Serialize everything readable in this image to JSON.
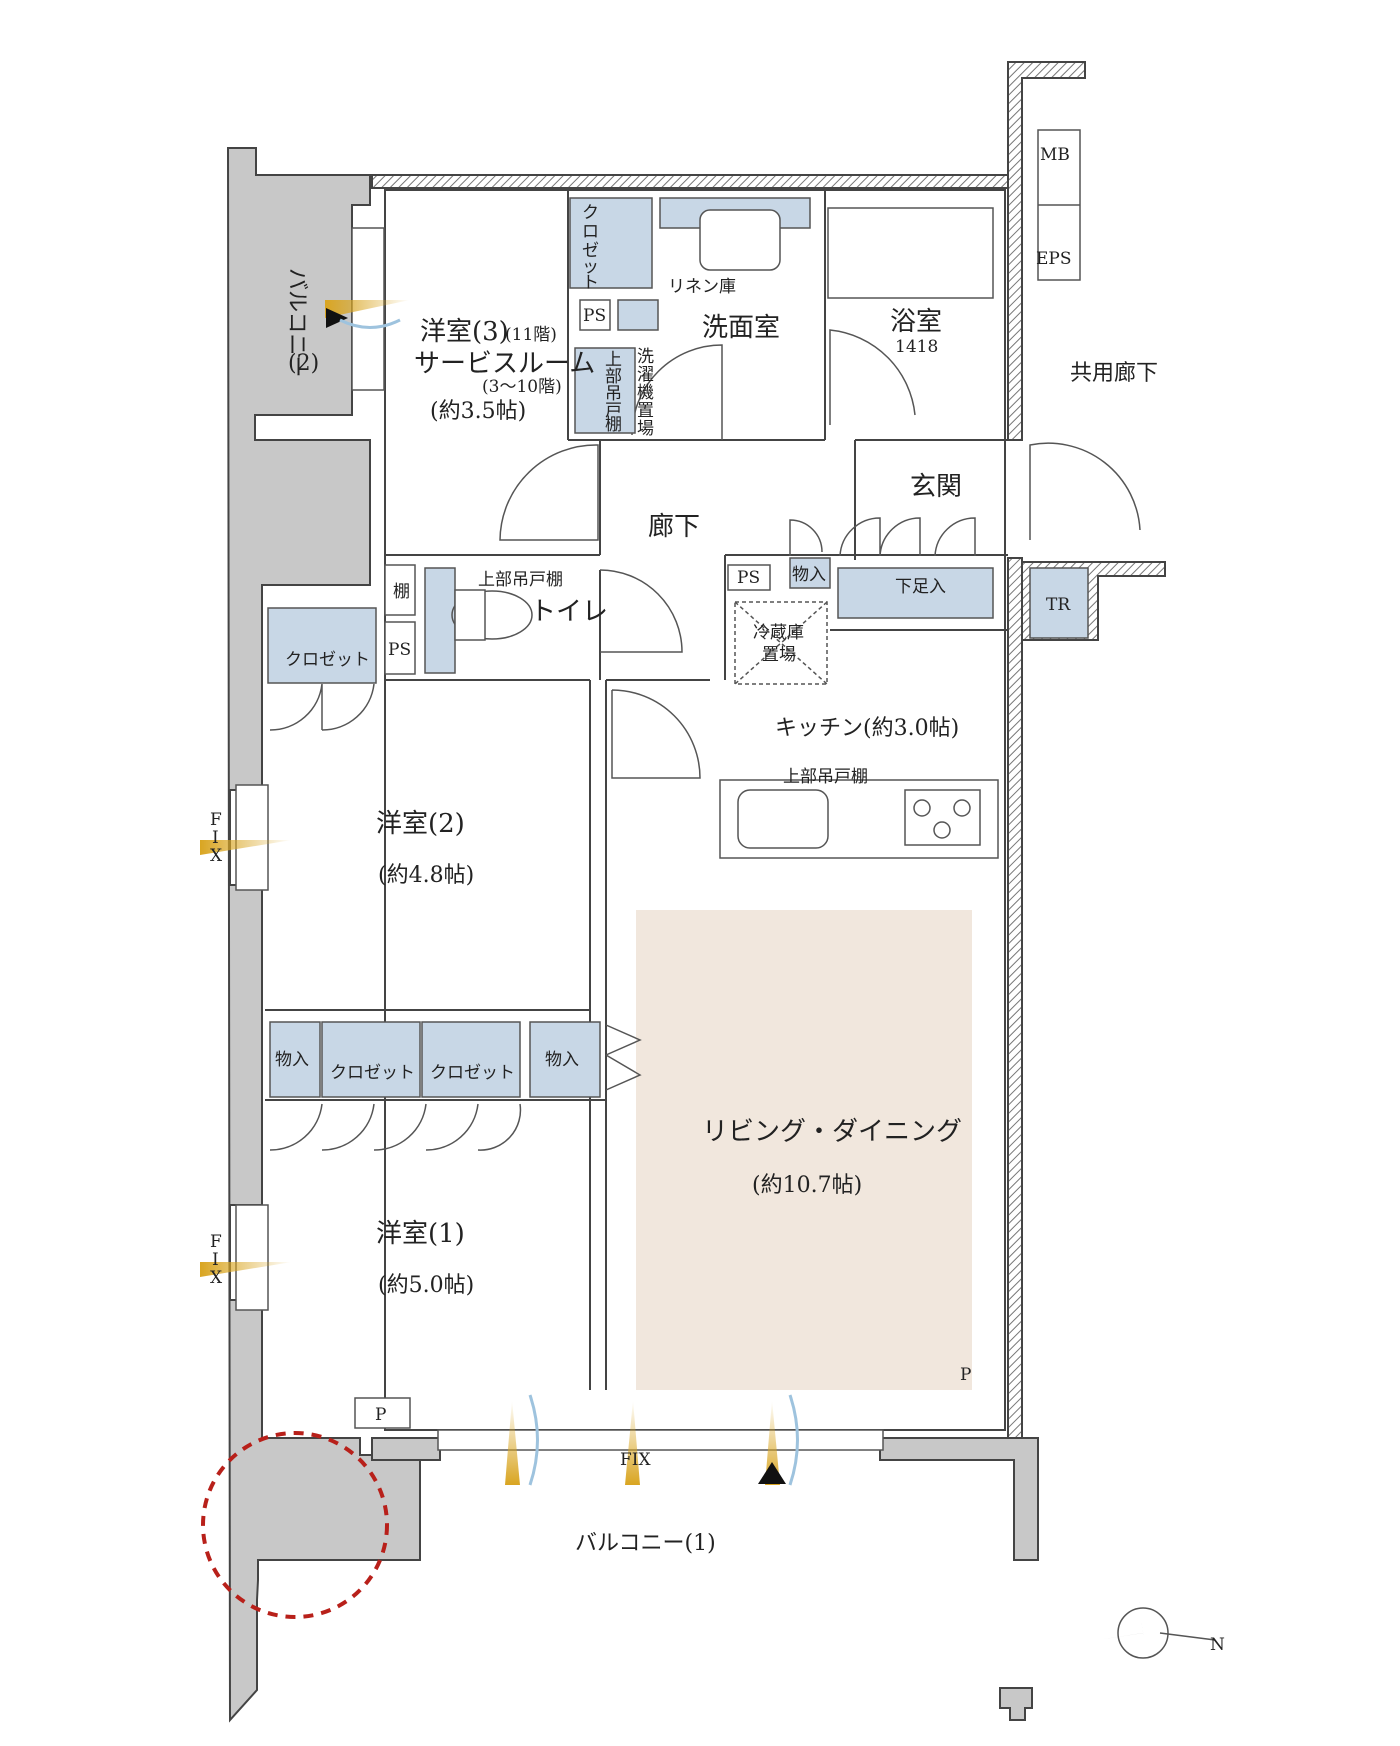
{
  "rooms": {
    "western3": "洋室(3)",
    "western3_floor": "(11階)",
    "service_room": "サービスルーム",
    "service_room_floors": "(3～10階)",
    "western3_size": "(約3.5帖)",
    "western2": "洋室(2)",
    "western2_size": "(約4.8帖)",
    "western1": "洋室(1)",
    "western1_size": "(約5.0帖)",
    "living": "リビング・ダイニング",
    "living_size": "(約10.7帖)",
    "kitchen": "キッチン(約3.0帖)",
    "washroom": "洗面室",
    "bath": "浴室",
    "bath_size": "1418",
    "hallway": "廊下",
    "entrance": "玄関",
    "toilet": "トイレ",
    "common_corridor": "共用廊下",
    "balcony1": "バルコニー(1)",
    "balcony2": "バルコニー",
    "balcony2_num": "(2)"
  },
  "labels": {
    "mb": "MB",
    "eps": "EPS",
    "tr": "TR",
    "ps": "PS",
    "closet": "クロゼット",
    "storage": "物入",
    "shoe_storage": "下足入",
    "shelf": "棚",
    "upper_cabinet": "上部吊戸棚",
    "linen": "リネン庫",
    "washer_chars": [
      "洗",
      "濯",
      "機",
      "置",
      "場"
    ],
    "upper_chars": [
      "上",
      "部",
      "吊",
      "戸",
      "棚"
    ],
    "closet_vertical": [
      "ク",
      "ロ",
      "ゼ",
      "ッ",
      "ト"
    ],
    "fridge_line1": "冷蔵庫",
    "fridge_line2": "置場",
    "fix": "FIX",
    "fix_v1": "F",
    "fix_v2": "I",
    "fix_v3": "X",
    "p": "P",
    "north": "N"
  },
  "colors": {
    "storage": "#c8d7e6",
    "living": "#f1e7dd",
    "wall": "#c8c8c8",
    "wind": "#d9a521",
    "airflow": "#9ec3de"
  }
}
